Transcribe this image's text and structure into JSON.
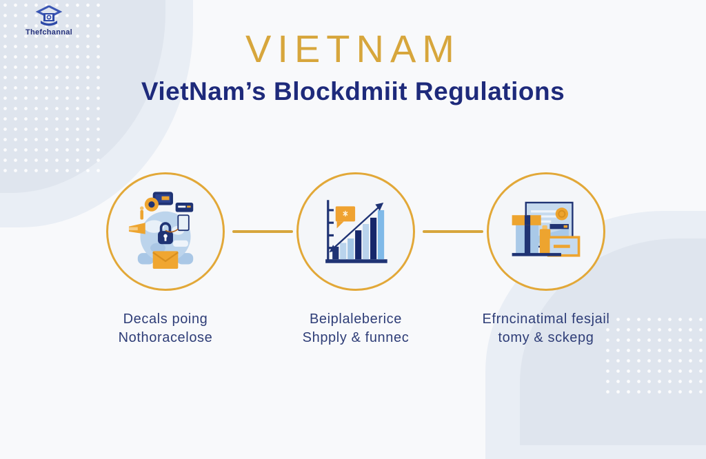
{
  "logo": {
    "text": "Thefchannal",
    "icon": "house-book-logo-icon"
  },
  "header": {
    "title": "VIETNAM",
    "subtitle": "VietNam’s Blockdmiit Regulations"
  },
  "colors": {
    "accent_gold": "#d7a63c",
    "circle_ring_gold": "#e2a838",
    "navy": "#1e2a7b",
    "caption_navy": "#2e3d77",
    "illustration_dark_blue": "#1f3374",
    "illustration_light_blue": "#bcd4ec",
    "illustration_sky_blue": "#7fb9e8",
    "illustration_orange": "#eda42f",
    "corner_blob": "#dfe5ee",
    "background": "#f8f9fb"
  },
  "steps": [
    {
      "icon": "security-globe-illustration-icon",
      "caption_line1": "Decals poing",
      "caption_line2": "Nothoracelose"
    },
    {
      "icon": "growth-bar-chart-illustration-icon",
      "caption_line1": "Beiplaleberice",
      "caption_line2": "Shpply & funnec"
    },
    {
      "icon": "documents-certificate-illustration-icon",
      "caption_line1": "Efrncinatimal fesjail",
      "caption_line2": "tomy & sckepg"
    }
  ]
}
